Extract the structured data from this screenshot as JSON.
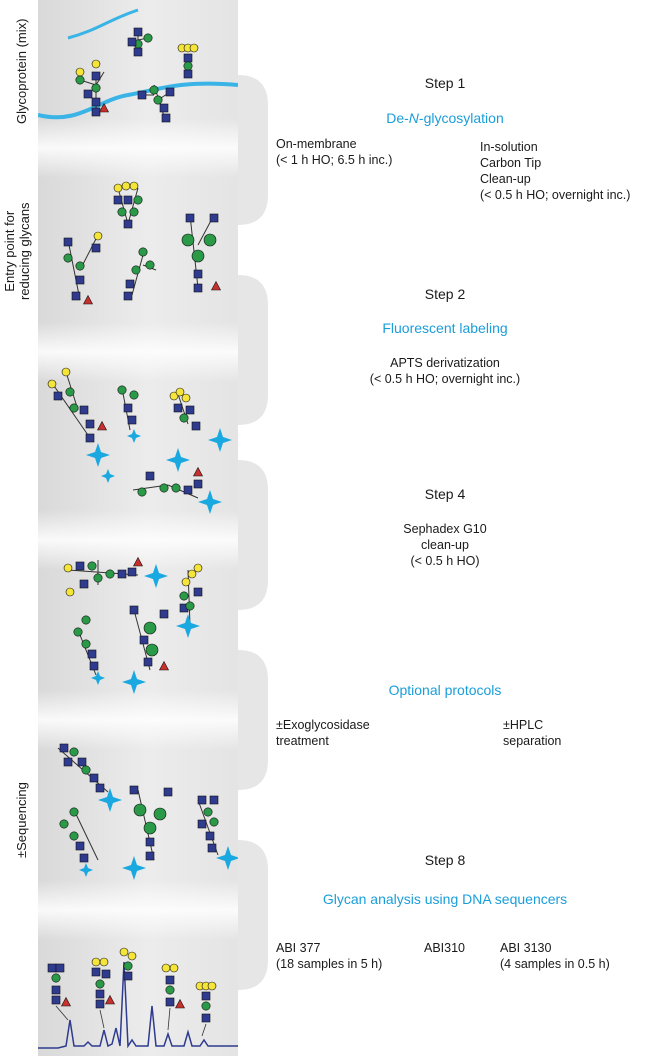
{
  "side_labels": {
    "glycoprotein": "Glycoprotein (mix)",
    "entry_point": "Entry point for\nreducing glycans",
    "sequencing": "±Sequencing"
  },
  "steps": [
    {
      "step_label": "Step 1",
      "title_pre": "De-",
      "title_em": "N",
      "title_post": "-glycosylation",
      "left_text": "On-membrane\n(< 1 h HO; 6.5 h inc.)",
      "right_text": "In-solution\nCarbon Tip\nClean-up\n(< 0.5 h HO; overnight inc.)"
    },
    {
      "step_label": "Step 2",
      "title": "Fluorescent labeling",
      "center_text": "APTS derivatization\n(< 0.5 h HO; overnight inc.)"
    },
    {
      "step_label": "Step 4",
      "center_text": "Sephadex G10\nclean-up\n(< 0.5 h HO)"
    },
    {
      "title": "Optional protocols",
      "left_text": "±Exoglycosidase\ntreatment",
      "right_text": "±HPLC\nseparation"
    },
    {
      "step_label": "Step 8",
      "title": "Glycan analysis using DNA sequencers",
      "col1": "ABI 377\n(18 samples in 5 h)",
      "col2": "ABI310",
      "col3": "ABI 3130\n(4 samples in 0.5 h)"
    }
  ],
  "colors": {
    "accent": "#1a9ed9",
    "glcnac": "#2e3b8f",
    "mannose": "#2a9a48",
    "galactose": "#f5e43a",
    "fucose": "#c8302e",
    "apts": "#1aa8e0",
    "trace": "#2e3b8f"
  }
}
